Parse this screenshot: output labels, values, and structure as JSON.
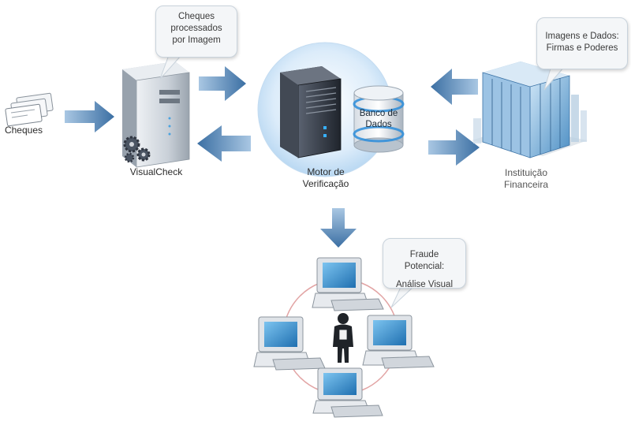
{
  "nodes": {
    "cheques": {
      "label": "Cheques"
    },
    "visualcheck": {
      "label": "VisualCheck"
    },
    "motor": {
      "label_line1": "Motor de",
      "label_line2": "Verificação"
    },
    "banco": {
      "label_line1": "Banco de",
      "label_line2": "Dados"
    },
    "instituicao": {
      "label_line1": "Instituição",
      "label_line2": "Financeira"
    }
  },
  "bubbles": {
    "cheques_processados": {
      "line1": "Cheques",
      "line2": "processados",
      "line3": "por Imagem"
    },
    "imagens_dados": {
      "line1": "Imagens e Dados:",
      "line2": "Firmas e Poderes"
    },
    "fraude": {
      "line1": "Fraude Potencial:",
      "line2": "Análise Visual"
    }
  },
  "colors": {
    "arrow": "#3f74a8",
    "hub": "#d6ebfa",
    "ring": "#e4a3a3",
    "server_dark": "#2f3540",
    "monitor": "#3a9bd8"
  }
}
